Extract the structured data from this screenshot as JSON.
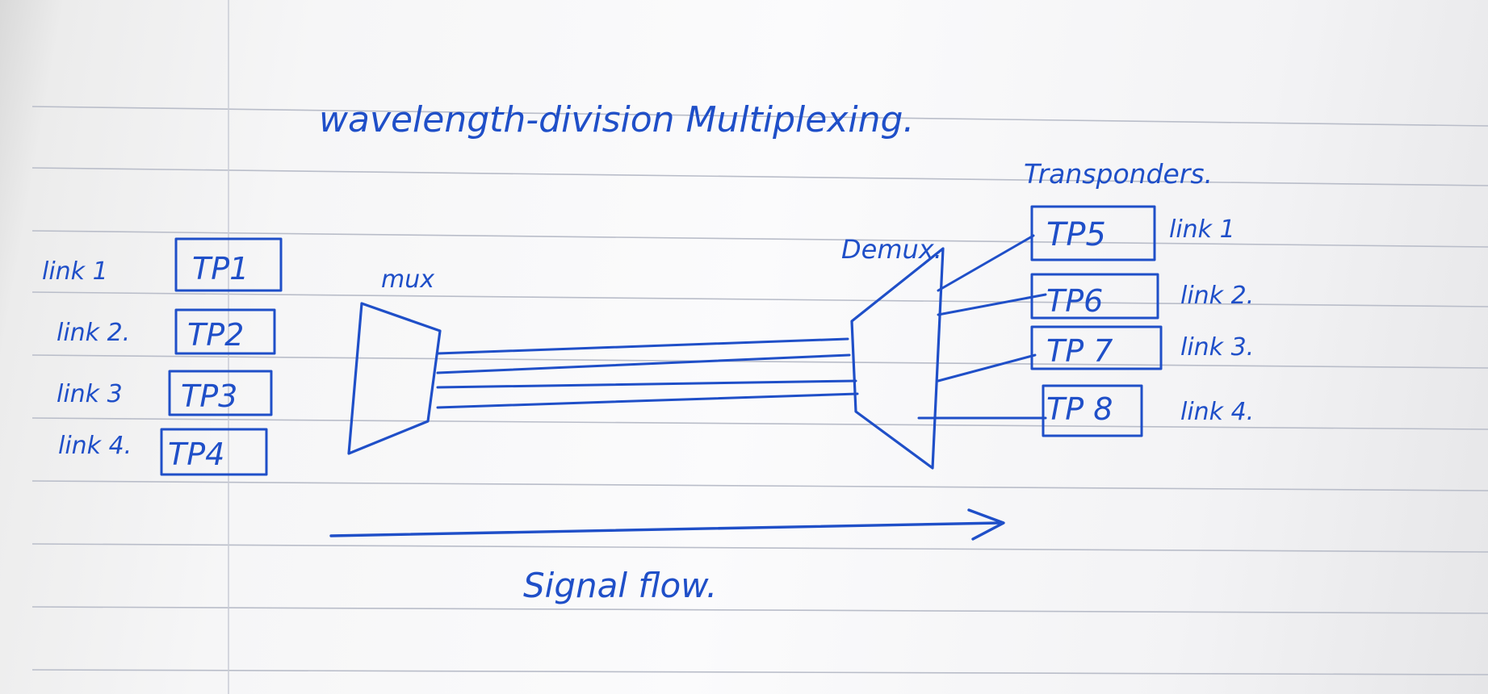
{
  "title": "wavelength-division Multiplexing.",
  "mux_label": "mux",
  "demux_label": "Demux.",
  "transponders_label": "Transponders.",
  "left_links": [
    {
      "link": "link 1",
      "tp": "TP1"
    },
    {
      "link": "link 2.",
      "tp": "TP2"
    },
    {
      "link": "link 3",
      "tp": "TP3"
    },
    {
      "link": "link 4.",
      "tp": "TP4"
    }
  ],
  "right_links": [
    {
      "tp": "TP5",
      "link": "link 1"
    },
    {
      "tp": "TP6",
      "link": "link 2."
    },
    {
      "tp": "TP 7",
      "link": "link 3."
    },
    {
      "tp": "TP 8",
      "link": "link 4."
    }
  ],
  "signal_flow_label": "Signal flow."
}
